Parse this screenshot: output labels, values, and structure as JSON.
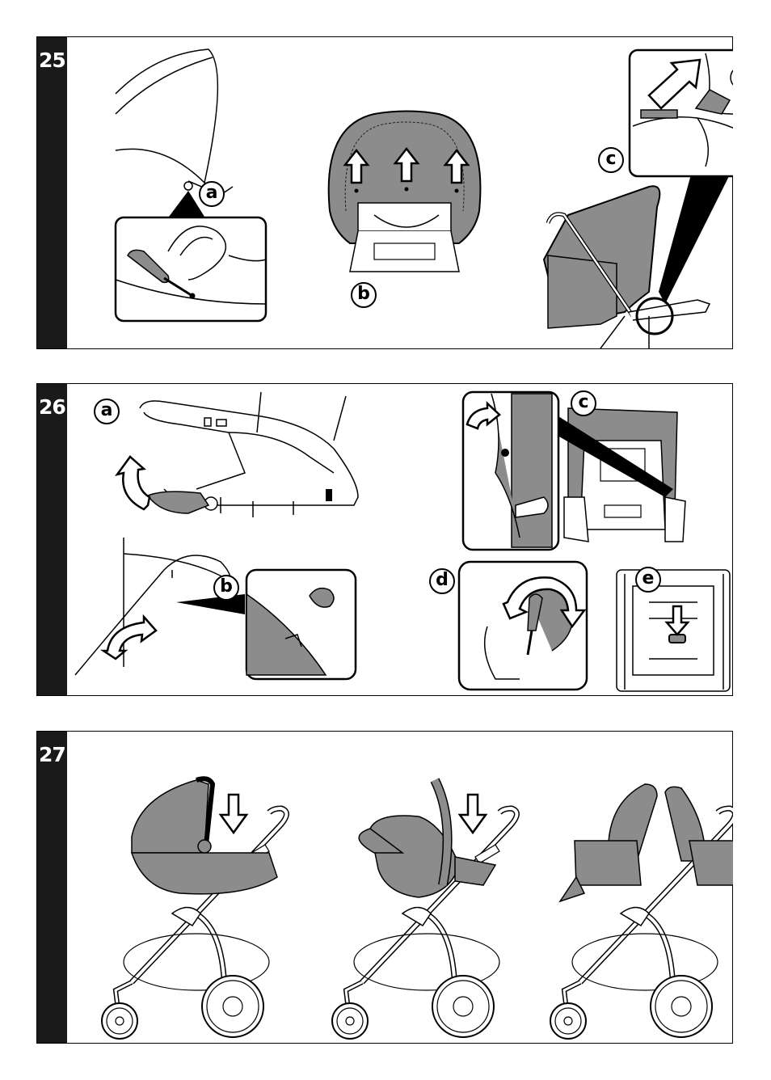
{
  "steps": [
    {
      "number": "25",
      "labels": [
        "a",
        "b",
        "c"
      ]
    },
    {
      "number": "26",
      "labels": [
        "a",
        "b",
        "c",
        "d",
        "e"
      ]
    },
    {
      "number": "27",
      "labels": []
    }
  ],
  "colors": {
    "fill_gray": "#8c8c8c",
    "stroke": "#000000",
    "strip": "#1a1a1a"
  },
  "icons": [
    "arrow-up-icon",
    "arrow-down-icon",
    "rotate-arrow-icon",
    "screwdriver-icon",
    "zoom-callout-icon"
  ]
}
